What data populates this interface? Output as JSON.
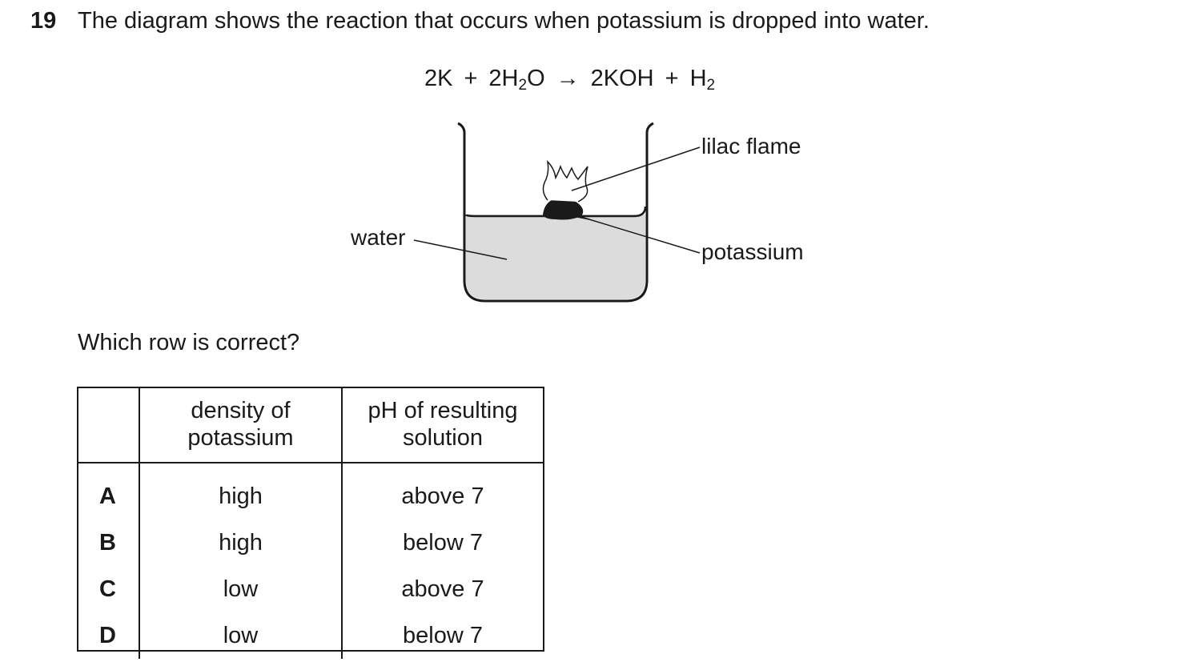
{
  "question": {
    "number": "19",
    "text": "The diagram shows the reaction that occurs when potassium is dropped into water."
  },
  "equation": {
    "r1_coef": "2K",
    "plus1": "+",
    "r2_coef": "2H",
    "r2_sub": "2",
    "r2_tail": "O",
    "arrow": "→",
    "p1": "2KOH",
    "plus2": "+",
    "p2": "H",
    "p2_sub": "2"
  },
  "diagram": {
    "labels": {
      "water": "water",
      "lilac_flame": "lilac flame",
      "potassium": "potassium"
    }
  },
  "prompt": "Which row is correct?",
  "table": {
    "headers": [
      "",
      "density of\npotassium",
      "pH of resulting\nsolution"
    ],
    "header_density_line1": "density of",
    "header_density_line2": "potassium",
    "header_ph_line1": "pH of resulting",
    "header_ph_line2": "solution",
    "rows": [
      {
        "letter": "A",
        "density": "high",
        "ph": "above 7"
      },
      {
        "letter": "B",
        "density": "high",
        "ph": "below 7"
      },
      {
        "letter": "C",
        "density": "low",
        "ph": "above 7"
      },
      {
        "letter": "D",
        "density": "low",
        "ph": "below 7"
      }
    ]
  }
}
